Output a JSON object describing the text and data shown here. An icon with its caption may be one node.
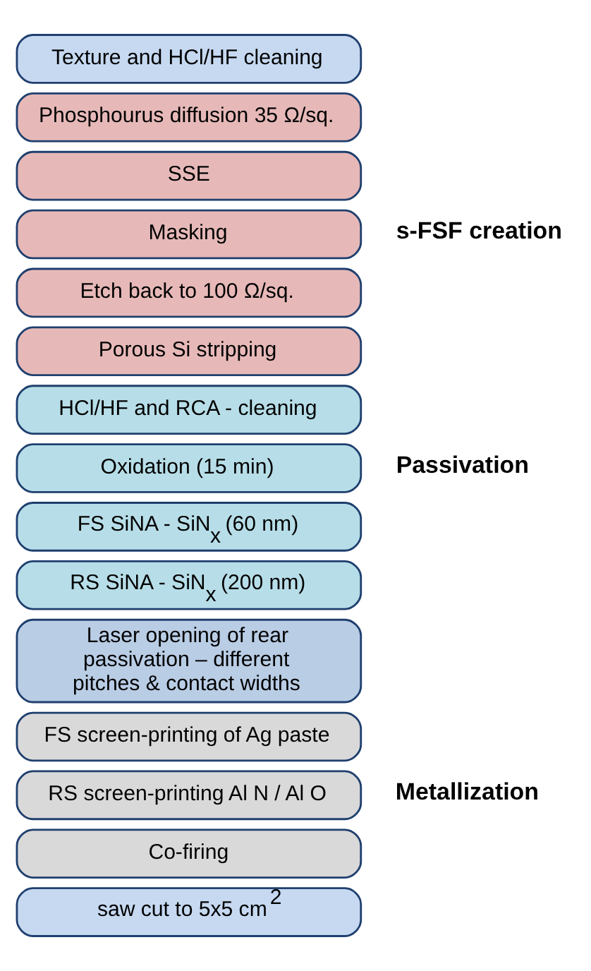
{
  "diagram": {
    "nodes": [
      {
        "text": [
          "Texture and HCl/HF cleaning"
        ]
      },
      {
        "text": [
          "Phosphourus diffusion 35 Ω/sq."
        ]
      },
      {
        "text": [
          "SSE"
        ]
      },
      {
        "text": [
          "Masking"
        ]
      },
      {
        "text": [
          "Etch back to 100 Ω/sq."
        ]
      },
      {
        "text": [
          "Porous Si stripping"
        ]
      },
      {
        "text": [
          "HCl/HF and RCA - cleaning"
        ]
      },
      {
        "text": [
          "Oxidation (15 min)"
        ]
      },
      {
        "text": [
          "FS SiNA - SiN$_{x}$ (60 nm)"
        ]
      },
      {
        "text": [
          "RS SiNA - SiN$_{x}$ (200 nm)"
        ]
      },
      {
        "text": [
          "Laser opening of rear passivation – different pitches & contact widths"
        ]
      },
      {
        "text": [
          "FS screen-printing of Ag paste"
        ]
      },
      {
        "text": [
          "RS screen-printing Al N / Al O"
        ]
      },
      {
        "text": [
          "Co-firing"
        ]
      },
      {
        "text": [
          "saw cut to 5x5 cm$^{2}$"
        ]
      }
    ],
    "edges": [],
    "labels": [
      "s-FSF creation",
      "Passivation",
      "Metallization"
    ]
  }
}
